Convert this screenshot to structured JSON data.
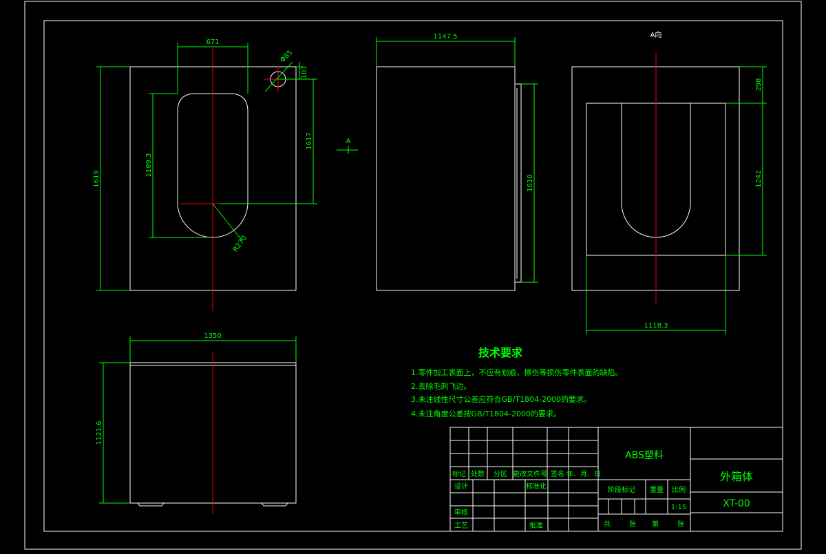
{
  "views": {
    "view_direction_label": "A向",
    "arrow_label": "A",
    "dims": {
      "top_width": "671",
      "hole_dia": "Φ85",
      "hole_offset": "101",
      "left_height": "1619",
      "inner_height": "1189.3",
      "right_height": "1617",
      "radius": "R270",
      "side_width": "1147.5",
      "side_height": "1610",
      "aview_top": "298",
      "aview_height": "1242",
      "aview_width": "1118.3",
      "bottom_width": "1350",
      "bottom_height": "1121.6"
    }
  },
  "tech": {
    "title": "技术要求",
    "items": [
      "1.零件加工表面上，不应有划痕、擦伤等损伤零件表面的缺陷。",
      "2.去除毛刺飞边。",
      "3.未注线性尺寸公差应符合GB/T1804-2000的要求。",
      "4.未注角度公差按GB/T1804-2000的要求。"
    ]
  },
  "titleblock": {
    "material": "ABS塑料",
    "part_name": "外箱体",
    "drawing_no": "XT-00",
    "scale": "1:15",
    "h_mark": "标记",
    "h_count": "处数",
    "h_zone": "分区",
    "h_change": "更改文件号",
    "h_sign": "签名",
    "h_date": "年、月、日",
    "r_design": "设计",
    "r_standard": "标准化",
    "r_review": "审核",
    "r_process": "工艺",
    "r_approve": "批准",
    "h_stage": "阶段标记",
    "h_weight": "重量",
    "h_scale": "比例",
    "f_total": "共",
    "f_sheet": "张",
    "f_no": "第",
    "f_sheet2": "张"
  }
}
